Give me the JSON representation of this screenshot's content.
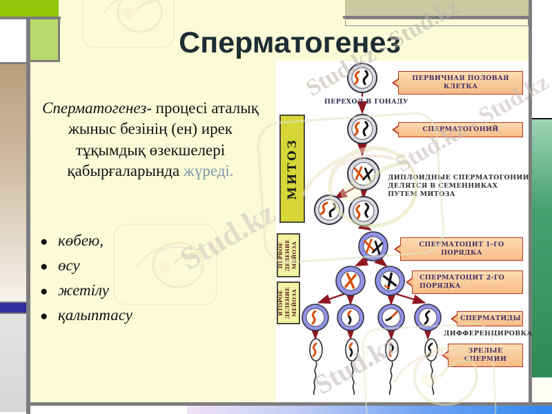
{
  "slide": {
    "title": "Сперматогенез",
    "body": {
      "lead": "Сперматогенез-",
      "rest": " процесі аталық жыныс безінің (ен) ирек тұқымдық өзекшелері қабырғаларында ",
      "highlight": "жүреді.",
      "bullets": [
        "көбею,",
        "өсу",
        "жетілу",
        "қалыптасу"
      ]
    }
  },
  "diagram": {
    "phase_boxes": {
      "mitosis": "МИТОЗ",
      "meiosis1": [
        "ПЕРВОЕ",
        "ДЕЛЕНИЕ",
        "МЕЙОЗА"
      ],
      "meiosis2": [
        "ВТОРОЕ",
        "ДЕЛЕНИЕ",
        "МЕЙОЗА"
      ]
    },
    "labels": [
      "ПЕРВИЧНАЯ ПОЛОВАЯ КЛЕТКА",
      "СПЕРМАТОГОНИЙ",
      "СПЕРМАТОЦИТ 1-ГО ПОРЯДКА",
      "СПЕРМАТОЦИТ 2-ГО ПОРЯДКА",
      "СПЕРМАТИДЫ",
      "ЗРЕЛЫЕ СПЕРМИИ"
    ],
    "annotations": {
      "to_gonad": "ПЕРЕХОД В ГОНАДУ",
      "mitosis_note_line1": "ДИПЛОИДНЫЕ СПЕРМАТОГОНИИ",
      "mitosis_note_line2": "ДЕЛЯТСЯ В СЕМЕННИКАХ",
      "mitosis_note_line3": "ПУТЕМ МИТОЗА",
      "differentiation": "ДИФФЕРЕНЦИРОВКА"
    }
  },
  "watermark": {
    "brand": "Stud.kz",
    "texts": [
      "Stud.kz - Stud.kz",
      "Stud.kz - Stud.kz",
      "Stud.kz",
      "Stud.kz"
    ]
  },
  "colors": {
    "slide_background": "#FBFBD8",
    "title_text": "#1C2D33",
    "body_highlight_blue": "#7C96AD",
    "top_left_green": "#93C60B",
    "light_green_block": "#B7D96D",
    "tan_top_block": "#C9C9A2",
    "left_blue_strip": "#2F2F9E",
    "right_green_gradient_top": "#9ED4B4",
    "right_green_gradient_bottom": "#2F8A58",
    "bottom_bar_gradient_left": "#F0E3F7",
    "bottom_bar_gradient_right": "#2F87F0",
    "mitosis_box": "#D6D636",
    "meiosis_box": "#F4F4A6",
    "label_box_fill": "#F9C997",
    "label_box_border": "#B23018",
    "label_text": "#463064",
    "arrow_red": "#8F1822",
    "cell_ring_gray": "#DCDCE4",
    "cell_ring_blue": "#9193E6",
    "chromosome_orange": "#D84E0A",
    "chromosome_black": "#15151A"
  }
}
